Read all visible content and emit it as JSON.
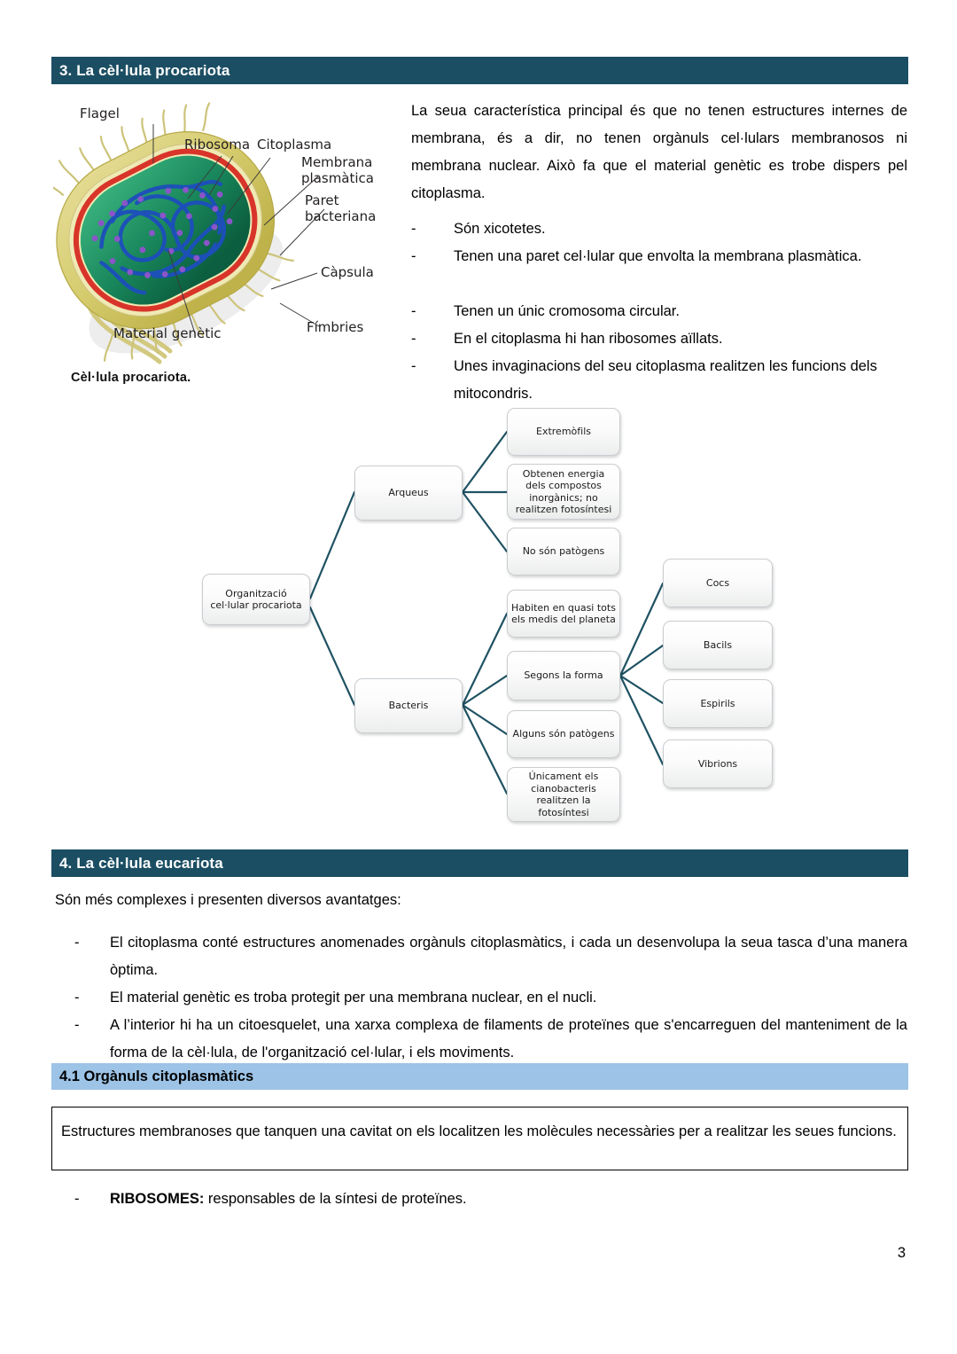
{
  "document": {
    "page_number": "3"
  },
  "section3": {
    "heading": "3. La cèl·lula procariota",
    "intro": "La seua característica principal és que no tenen estructures internes de membrana, és a dir, no tenen orgànuls cel·lulars membranosos ni membrana nuclear. Això fa que el material genètic es trobe dispers pel citoplasma.",
    "dash": "-",
    "bullets": [
      "Són xicotetes.",
      "Tenen una paret cel·lular que envolta la membrana plasmàtica.",
      "Tenen un únic cromosoma circular.",
      "En el citoplasma hi han ribosomes aïllats.",
      "Unes invaginacions del seu citoplasma realitzen les funcions dels mitocondris."
    ]
  },
  "figure": {
    "caption": "Cèl·lula procariota.",
    "labels": {
      "flagel": "Flagel",
      "ribosoma": "Ribosoma",
      "citoplasma": "Citoplasma",
      "membrana": "Membrana\nplasmàtica",
      "paret": "Paret\nbacteriana",
      "capsula": "Càpsula",
      "fimbries": "Fímbries",
      "material": "Material genètic"
    },
    "colors": {
      "capsule": "#d9d07a",
      "wall": "#c8b94f",
      "membrane": "#d8342a",
      "cytoplasm": "#1e8a5a",
      "dna": "#1d4fbb",
      "ribosome": "#8b55c9"
    }
  },
  "chart_data": {
    "type": "diagram",
    "title": "Organització cel·lular procariota",
    "style": {
      "connector_color": "#1F5263",
      "node_fill": "#f4f5f5",
      "node_border": "#c9cdd1"
    },
    "nodes": {
      "root": "Organització cel·lular procariota",
      "arqueus": "Arqueus",
      "bacteris": "Bacteris",
      "extremofils": "Extremòfils",
      "energia": "Obtenen energia dels compostos inorgànics; no realitzen fotosíntesi",
      "nopatogens": "No són patògens",
      "habiten": "Habiten en quasi tots els medis del planeta",
      "forma": "Segons la forma",
      "algunspatogens": "Alguns són patògens",
      "ciano": "Únicament els cianobacteris realitzen la fotosíntesi",
      "cocs": "Cocs",
      "bacils": "Bacils",
      "espirils": "Espirils",
      "vibrions": "Vibrions"
    },
    "edges": [
      [
        "root",
        "arqueus"
      ],
      [
        "root",
        "bacteris"
      ],
      [
        "arqueus",
        "extremofils"
      ],
      [
        "arqueus",
        "energia"
      ],
      [
        "arqueus",
        "nopatogens"
      ],
      [
        "bacteris",
        "habiten"
      ],
      [
        "bacteris",
        "forma"
      ],
      [
        "bacteris",
        "algunspatogens"
      ],
      [
        "bacteris",
        "ciano"
      ],
      [
        "forma",
        "cocs"
      ],
      [
        "forma",
        "bacils"
      ],
      [
        "forma",
        "espirils"
      ],
      [
        "forma",
        "vibrions"
      ]
    ]
  },
  "section4": {
    "heading": "4. La cèl·lula eucariota",
    "intro": "Són més complexes i presenten diversos avantatges:",
    "dash": "-",
    "bullets": [
      "El citoplasma conté estructures anomenades orgànuls citoplasmàtics, i cada un desenvolupa la seua tasca d’una manera òptima.",
      "El material genètic es troba protegit per una membrana nuclear, en el nucli.",
      "A l’interior hi ha un citoesquelet, una xarxa complexa de filaments de proteïnes que s'encarreguen del manteniment de la forma de la cèl·lula, de l'organització cel·lular, i els moviments."
    ]
  },
  "section41": {
    "heading": "4.1 Orgànuls citoplasmàtics",
    "definition": "Estructures membranoses que tanquen una cavitat on els localitzen les molècules necessàries per a realitzar les seues funcions.",
    "dash": "-",
    "item_label": "RIBOSOMES:",
    "item_text": " responsables de la síntesi de proteïnes."
  },
  "colors": {
    "section_bar": "#1B4E63",
    "subsection_bar": "#9DC3E6",
    "text": "#000000"
  }
}
